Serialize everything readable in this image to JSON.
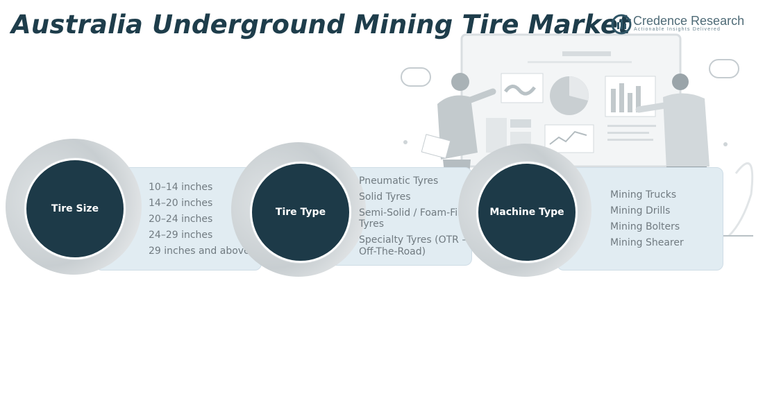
{
  "title": "Australia Underground Mining Tire Market",
  "logo": {
    "name": "Credence Research",
    "tagline": "Actionable Insights Delivered",
    "icon": "credence-logo-icon"
  },
  "segments": [
    {
      "label": "Tire Size",
      "items": [
        "10–14 inches",
        "14–20 inches",
        "20–24 inches",
        "24–29 inches",
        "29 inches and above"
      ]
    },
    {
      "label": "Tire Type",
      "items": [
        "Pneumatic Tyres",
        "Solid Tyres",
        "Semi-Solid / Foam-Filled",
        "Tyres",
        "Specialty Tyres (OTR –",
        "Off-The-Road)"
      ]
    },
    {
      "label": "Machine Type",
      "items": [
        "Mining Trucks",
        "Mining Drills",
        "Mining Bolters",
        "Mining Shearer"
      ]
    }
  ],
  "colors": {
    "circle": "#1d3a48",
    "panel": "#e1ecf2",
    "title": "#1e3d4b",
    "item_text": "#707a80"
  }
}
